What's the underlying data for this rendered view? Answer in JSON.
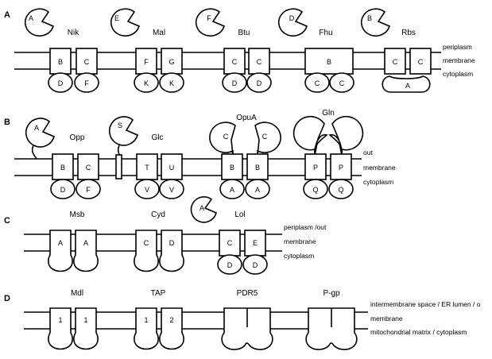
{
  "panels": [
    {
      "letter": "A",
      "side_labels": [
        "periplasm",
        "membrane",
        "cytoplasm"
      ],
      "transporters": [
        {
          "name": "Nik",
          "binding": "A",
          "tmd": [
            "B",
            "C"
          ],
          "nbd": [
            "D",
            "F"
          ]
        },
        {
          "name": "Mal",
          "binding": "E",
          "tmd": [
            "F",
            "G"
          ],
          "nbd": [
            "K",
            "K"
          ]
        },
        {
          "name": "Btu",
          "binding": "F",
          "tmd": [
            "C",
            "C"
          ],
          "nbd": [
            "D",
            "D"
          ]
        },
        {
          "name": "Fhu",
          "binding": "D",
          "tmd": [
            "B"
          ],
          "nbd": [
            "C",
            "C"
          ]
        },
        {
          "name": "Rbs",
          "binding": "B",
          "tmd": [
            "C",
            "C"
          ],
          "nbd": [
            "A"
          ]
        }
      ]
    },
    {
      "letter": "B",
      "side_labels": [
        "out",
        "membrane",
        "cytoplasm"
      ],
      "transporters": [
        {
          "name": "Opp",
          "binding": "A",
          "tmd": [
            "B",
            "C"
          ],
          "nbd": [
            "D",
            "F"
          ]
        },
        {
          "name": "Glc",
          "binding": "S",
          "tmd": [
            "T",
            "U"
          ],
          "nbd": [
            "V",
            "V"
          ]
        },
        {
          "name": "OpuA",
          "binding_pair": [
            "C",
            "C"
          ],
          "tmd": [
            "B",
            "B"
          ],
          "nbd": [
            "A",
            "A"
          ]
        },
        {
          "name": "Gln",
          "binding_pair": [],
          "tmd": [
            "P",
            "P"
          ],
          "nbd": [
            "Q",
            "Q"
          ]
        }
      ]
    },
    {
      "letter": "C",
      "side_labels": [
        "periplasm /out",
        "membrane",
        "cytoplasm"
      ],
      "transporters": [
        {
          "name": "Msb",
          "tmd": [
            "A",
            "A"
          ]
        },
        {
          "name": "Cyd",
          "tmd": [
            "C",
            "D"
          ]
        },
        {
          "name": "Lol",
          "binding": "A",
          "tmd": [
            "C",
            "E"
          ],
          "nbd": [
            "D",
            "D"
          ]
        }
      ]
    },
    {
      "letter": "D",
      "side_labels": [
        "intermembrane space / ER lumen / o",
        "membrane",
        "mitochondrial matrix / cytoplasm"
      ],
      "transporters": [
        {
          "name": "Mdl",
          "tmd": [
            "1",
            "1"
          ]
        },
        {
          "name": "TAP",
          "tmd": [
            "1",
            "2"
          ]
        },
        {
          "name": "PDR5"
        },
        {
          "name": "P-gp"
        }
      ]
    }
  ]
}
